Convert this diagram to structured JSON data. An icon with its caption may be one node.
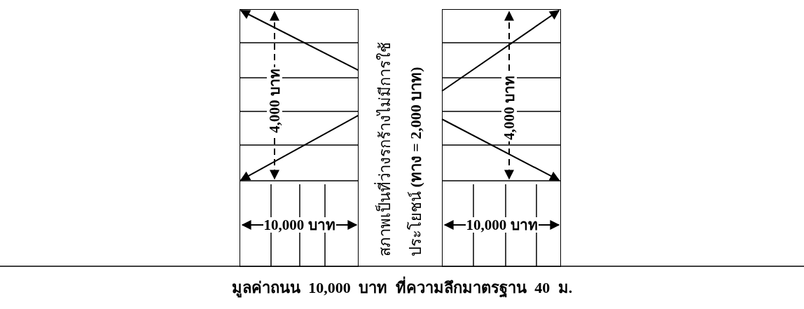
{
  "diagram": {
    "caption": "มูลค่าถนน 10,000 บาท ที่ความลึกมาตรฐาน 40 ม.",
    "nodes": [
      {
        "text": [
          "4,000 บาท",
          "10,000 บาท"
        ]
      },
      {
        "text": [
          "สภาพเป็นที่ว่างรกร้างไม่มีการใช้ประโยชน์ **(ทาง = 2,000 บาท)**"
        ]
      },
      {
        "text": [
          "4,000 บาท",
          "10,000 บาท"
        ]
      }
    ],
    "edges": [
      {
        "from": 1,
        "to": 0,
        "arrow": "to"
      },
      {
        "from": 1,
        "to": 0,
        "arrow": "to"
      },
      {
        "from": 1,
        "to": 2,
        "arrow": "to"
      },
      {
        "from": 1,
        "to": 2,
        "arrow": "to"
      }
    ]
  }
}
